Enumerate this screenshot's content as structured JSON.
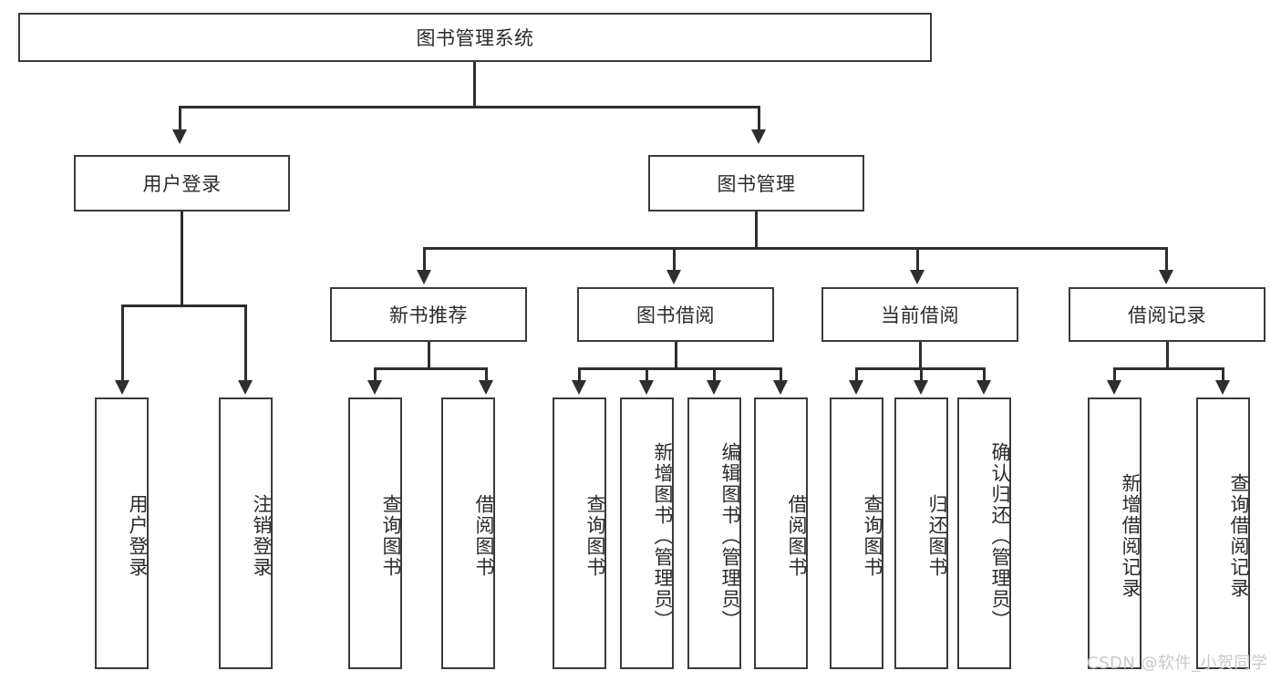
{
  "diagram": {
    "type": "tree-hierarchy-chart",
    "title_node": {
      "label": "图书管理系统"
    },
    "level2": [
      {
        "id": "user-login",
        "label": "用户登录"
      },
      {
        "id": "book-management",
        "label": "图书管理"
      }
    ],
    "level3": [
      {
        "id": "new-book-recommend",
        "label": "新书推荐"
      },
      {
        "id": "book-borrow",
        "label": "图书借阅"
      },
      {
        "id": "current-borrow",
        "label": "当前借阅"
      },
      {
        "id": "borrow-record",
        "label": "借阅记录"
      }
    ],
    "leaves": [
      {
        "id": "leaf-user-login",
        "label": "用户登录",
        "parent": "user-login"
      },
      {
        "id": "leaf-logout-login",
        "label": "注销登录",
        "parent": "user-login"
      },
      {
        "id": "leaf-query-book-1",
        "label": "查询图书",
        "parent": "new-book-recommend"
      },
      {
        "id": "leaf-borrow-book-1",
        "label": "借阅图书",
        "parent": "new-book-recommend"
      },
      {
        "id": "leaf-query-book-2",
        "label": "查询图书",
        "parent": "book-borrow"
      },
      {
        "id": "leaf-add-book",
        "label": "新增图书（管理员）",
        "parent": "book-borrow"
      },
      {
        "id": "leaf-edit-book",
        "label": "编辑图书（管理员）",
        "parent": "book-borrow"
      },
      {
        "id": "leaf-borrow-book-2",
        "label": "借阅图书",
        "parent": "book-borrow"
      },
      {
        "id": "leaf-query-book-3",
        "label": "查询图书",
        "parent": "current-borrow"
      },
      {
        "id": "leaf-return-book",
        "label": "归还图书",
        "parent": "current-borrow"
      },
      {
        "id": "leaf-confirm-return",
        "label": "确认归还（管理员）",
        "parent": "current-borrow"
      },
      {
        "id": "leaf-add-record",
        "label": "新增借阅记录",
        "parent": "borrow-record"
      },
      {
        "id": "leaf-query-record",
        "label": "查询借阅记录",
        "parent": "borrow-record"
      }
    ],
    "colors": {
      "box_border": "#3b3b3b",
      "connector": "#2e2e2e",
      "background": "#ffffff",
      "text": "#2b2b2b",
      "watermark": "#c9c9c9"
    }
  },
  "watermark": {
    "text": "CSDN @软件_小贺同学"
  }
}
